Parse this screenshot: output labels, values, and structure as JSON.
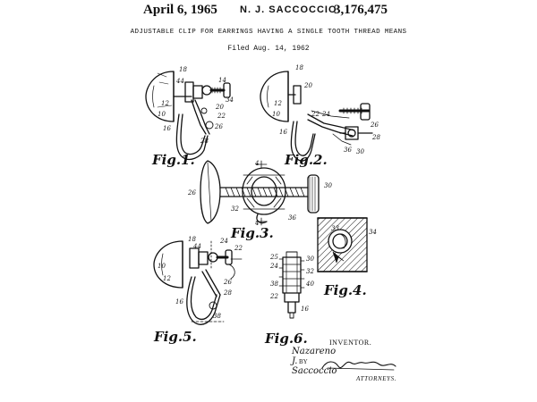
{
  "header": {
    "date": "April 6, 1965",
    "inventor": "N. J. SACCOCCIO",
    "patent_number": "3,176,475",
    "title": "ADJUSTABLE CLIP FOR EARRINGS HAVING A SINGLE TOOTH THREAD MEANS",
    "filed": "Filed Aug. 14, 1962"
  },
  "figures": {
    "fig1": "Fig.1.",
    "fig2": "Fig.2.",
    "fig3": "Fig.3.",
    "fig4": "Fig.4.",
    "fig5": "Fig.5.",
    "fig6": "Fig.6."
  },
  "reference_numerals": {
    "fig1": [
      "18",
      "44",
      "14",
      "34",
      "12",
      "20",
      "10",
      "22",
      "16",
      "26",
      "28"
    ],
    "fig2": [
      "18",
      "20",
      "12",
      "10",
      "16",
      "22",
      "24",
      "26",
      "28",
      "36",
      "30"
    ],
    "fig3": [
      "26",
      "4",
      "30",
      "32",
      "36",
      "4"
    ],
    "fig4": [
      "33",
      "34"
    ],
    "fig5": [
      "18",
      "44",
      "24",
      "22",
      "10",
      "12",
      "26",
      "28",
      "16",
      "38"
    ],
    "fig6": [
      "25",
      "24",
      "30",
      "32",
      "38",
      "40",
      "22",
      "16"
    ]
  },
  "inventor_block": {
    "label": "INVENTOR.",
    "name": "Nazareno J. Saccoccio",
    "by": "BY",
    "attorneys": "ATTORNEYS."
  }
}
